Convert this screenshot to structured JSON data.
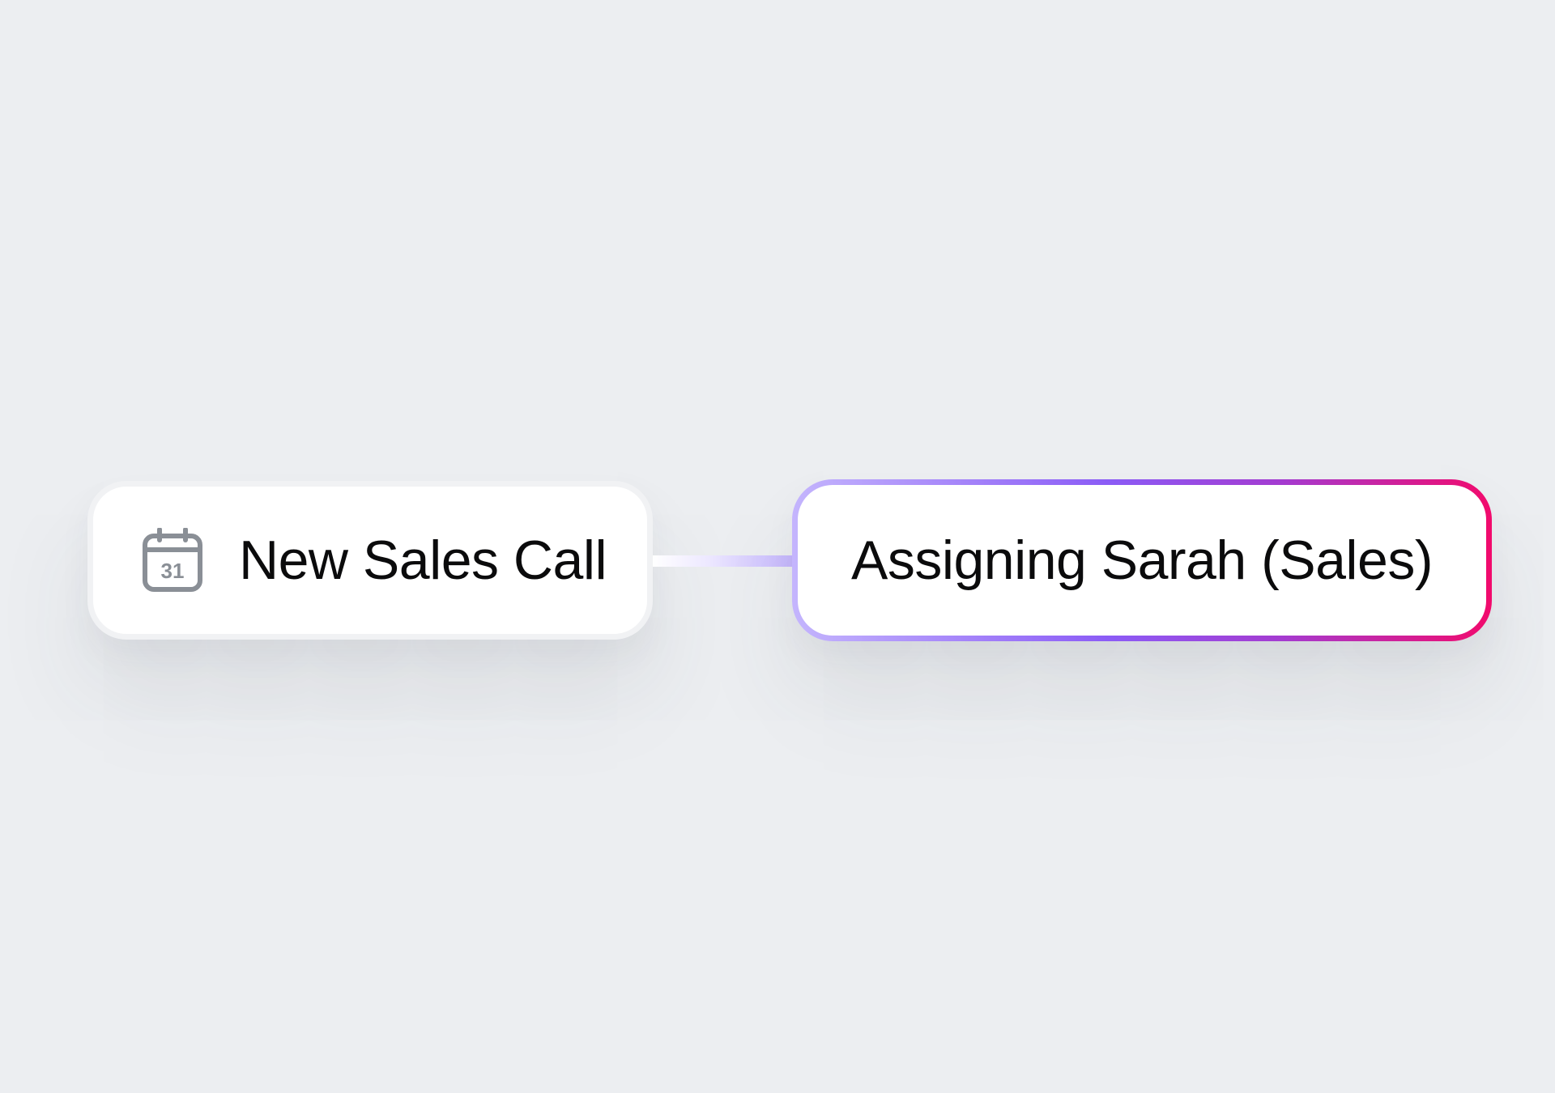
{
  "flow": {
    "source_node": {
      "label": "New Sales Call",
      "icon": "calendar-icon",
      "icon_day": "31"
    },
    "target_node": {
      "label": "Assigning Sarah (Sales)"
    }
  },
  "colors": {
    "background": "#eceef1",
    "node_fill": "#ffffff",
    "source_border": "#f1f2f4",
    "icon_stroke": "#8a8f96",
    "connector_start": "#ffffff",
    "connector_end": "#c4b5fd",
    "target_border_start": "#c4b5fd",
    "target_border_mid": "#8b5cf6",
    "target_border_end": "#f20a6c",
    "text": "#0b0b0c"
  }
}
